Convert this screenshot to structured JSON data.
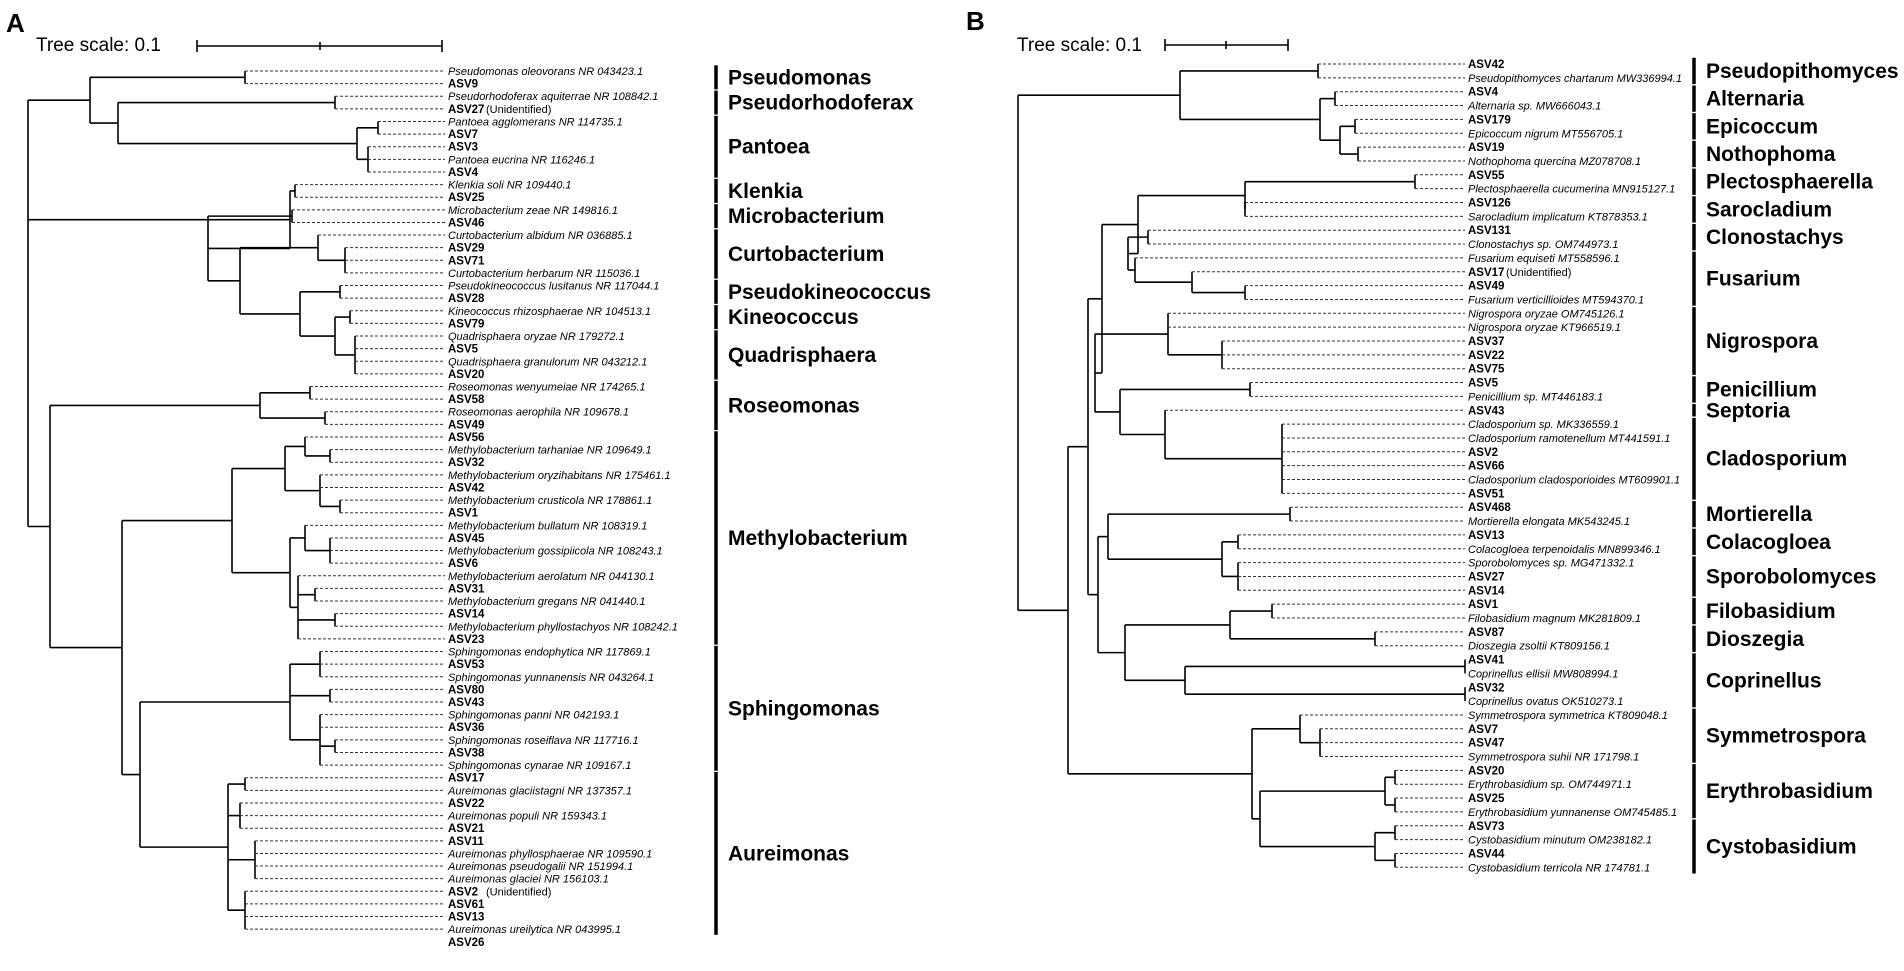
{
  "panels": [
    {
      "id": "A",
      "label": "A",
      "scale_text": "Tree scale: 0.1",
      "leaves": [
        "Pseudomonas oleovorans NR 043423.1",
        "ASV9",
        "Pseudorhodoferax aquiterrae NR 108842.1",
        "ASV27",
        "Pantoea agglomerans NR 114735.1",
        "ASV7",
        "ASV3",
        "Pantoea eucrina NR 116246.1",
        "ASV4",
        "Klenkia soli NR 109440.1",
        "ASV25",
        "Microbacterium zeae NR 149816.1",
        "ASV46",
        "Curtobacterium albidum NR 036885.1",
        "ASV29",
        "ASV71",
        "Curtobacterium herbarum NR 115036.1",
        "Pseudokineococcus lusitanus NR 117044.1",
        "ASV28",
        "Kineococcus rhizosphaerae NR 104513.1",
        "ASV79",
        "Quadrisphaera oryzae NR 179272.1",
        "ASV5",
        "Quadrisphaera granulorum NR 043212.1",
        "ASV20",
        "Roseomonas wenyumeiae NR 174265.1",
        "ASV58",
        "Roseomonas aerophila NR 109678.1",
        "ASV49",
        "ASV56",
        "Methylobacterium tarhaniae NR 109649.1",
        "ASV32",
        "Methylobacterium oryzihabitans NR 175461.1",
        "ASV42",
        "Methylobacterium crusticola NR 178861.1",
        "ASV1",
        "Methylobacterium bullatum NR 108319.1",
        "ASV45",
        "Methylobacterium gossipiicola NR 108243.1",
        "ASV6",
        "Methylobacterium aerolatum NR 044130.1",
        "ASV31",
        "Methylobacterium gregans NR 041440.1",
        "ASV14",
        "Methylobacterium phyllostachyos NR 108242.1",
        "ASV23",
        "Sphingomonas endophytica NR 117869.1",
        "ASV53",
        "Sphingomonas yunnanensis NR 043264.1",
        "ASV80",
        "ASV43",
        "Sphingomonas panni NR 042193.1",
        "ASV36",
        "Sphingomonas roseiflava NR 117716.1",
        "ASV38",
        "Sphingomonas cynarae NR 109167.1",
        "ASV17",
        "Aureimonas glaciistagni NR 137357.1",
        "ASV22",
        "Aureimonas populi NR 159343.1",
        "ASV21",
        "ASV11",
        "Aureimonas phyllosphaerae NR 109590.1",
        "Aureimonas pseudogalii NR 151994.1",
        "Aureimonas glaciei NR 156103.1",
        "ASV2",
        "ASV61",
        "ASV13",
        "Aureimonas ureilytica NR 043995.1",
        "ASV26"
      ],
      "notes": {
        "ASV27": "(Unidentified)",
        "ASV2": "(Unidentified)"
      },
      "groups": [
        "Pseudomonas",
        "Pseudorhodoferax",
        "Pantoea",
        "Klenkia",
        "Microbacterium",
        "Curtobacterium",
        "Pseudokineococcus",
        "Kineococcus",
        "Quadrisphaera",
        "Roseomonas",
        "Methylobacterium",
        "Sphingomonas",
        "Aureimonas"
      ]
    },
    {
      "id": "B",
      "label": "B",
      "scale_text": "Tree scale: 0.1",
      "leaves": [
        "ASV42",
        "Pseudopithomyces chartarum MW336994.1",
        "ASV4",
        "Alternaria sp. MW666043.1",
        "ASV179",
        "Epicoccum nigrum MT556705.1",
        "ASV19",
        "Nothophoma quercina MZ078708.1",
        "ASV55",
        "Plectosphaerella cucumerina MN915127.1",
        "ASV126",
        "Sarocladium implicatum KT878353.1",
        "ASV131",
        "Clonostachys sp. OM744973.1",
        "Fusarium equiseti MT558596.1",
        "ASV17",
        "ASV49",
        "Fusarium verticillioides MT594370.1",
        "Nigrospora oryzae OM745126.1",
        "Nigrospora oryzae KT966519.1",
        "ASV37",
        "ASV22",
        "ASV75",
        "ASV5",
        "Penicillium sp. MT446183.1",
        "ASV43",
        "Cladosporium sp. MK336559.1",
        "Cladosporium ramotenellum MT441591.1",
        "ASV2",
        "ASV66",
        "Cladosporium cladosporioides MT609901.1",
        "ASV51",
        "ASV468",
        "Mortierella elongata MK543245.1",
        "ASV13",
        "Colacogloea terpenoidalis MN899346.1",
        "Sporobolomyces sp. MG471332.1",
        "ASV27",
        "ASV14",
        "ASV1",
        "Filobasidium magnum MK281809.1",
        "ASV87",
        "Dioszegia zsoltii KT809156.1",
        "ASV41",
        "Coprinellus ellisii MW808994.1",
        "ASV32",
        "Coprinellus ovatus OK510273.1",
        "Symmetrospora symmetrica KT809048.1",
        "ASV7",
        "ASV47",
        "Symmetrospora suhii NR 171798.1",
        "ASV20",
        "Erythrobasidium sp. OM744971.1",
        "ASV25",
        "Erythrobasidium yunnanense OM745485.1",
        "ASV73",
        "Cystobasidium minutum OM238182.1",
        "ASV44",
        "Cystobasidium terricola NR 174781.1"
      ],
      "notes": {
        "ASV17": "(Unidentified)"
      },
      "groups": [
        "Pseudopithomyces",
        "Alternaria",
        "Epicoccum",
        "Nothophoma",
        "Plectosphaerella",
        "Sarocladium",
        "Clonostachys",
        "Fusarium",
        "Nigrospora",
        "Penicillium",
        "Septoria",
        "Cladosporium",
        "Mortierella",
        "Colacogloea",
        "Sporobolomyces",
        "Filobasidium",
        "Dioszegia",
        "Coprinellus",
        "Symmetrospora",
        "Erythrobasidium",
        "Cystobasidium"
      ]
    }
  ]
}
